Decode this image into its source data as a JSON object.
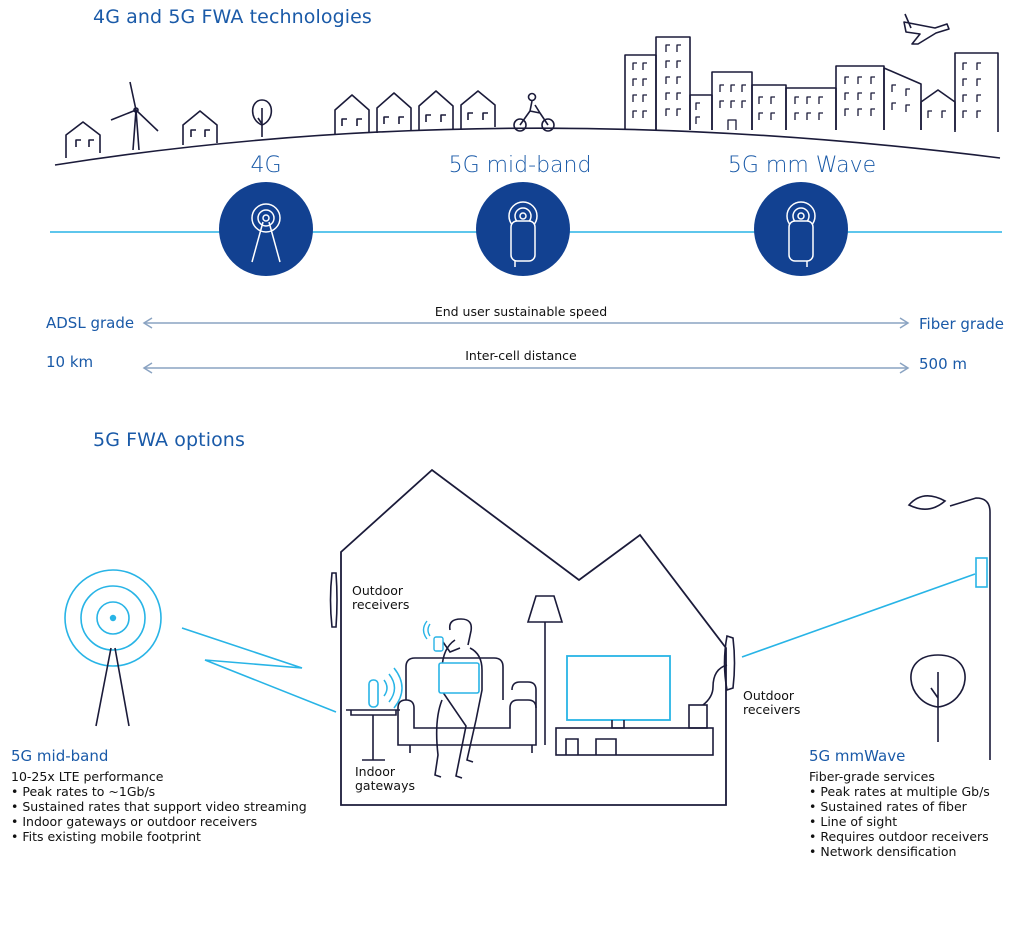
{
  "top": {
    "title": "4G and 5G FWA technologies",
    "technologies": [
      {
        "label": "4G"
      },
      {
        "label": "5G mid-band"
      },
      {
        "label": "5G mm Wave"
      }
    ],
    "speed": {
      "left": "ADSL grade",
      "center": "End user sustainable speed",
      "right": "Fiber grade"
    },
    "distance": {
      "left": "10 km",
      "center": "Inter-cell distance",
      "right": "500 m"
    }
  },
  "bottom": {
    "title": "5G FWA options",
    "house_labels": {
      "outdoor_receivers_left": "Outdoor\nreceivers",
      "indoor_gateways": "Indoor\ngateways",
      "outdoor_receivers_right": "Outdoor\nreceivers"
    },
    "midband": {
      "heading": "5G mid-band",
      "subheading": "10-25x LTE performance",
      "bullets": [
        "Peak rates to ~1Gb/s",
        "Sustained rates that support video streaming",
        "Indoor gateways or outdoor receivers",
        "Fits existing mobile footprint"
      ]
    },
    "mmwave": {
      "heading": "5G mmWave",
      "subheading": "Fiber-grade services",
      "bullets": [
        "Peak rates at multiple Gb/s",
        "Sustained rates of fiber",
        "Line of sight",
        "Requires outdoor receivers",
        "Network densification"
      ]
    }
  }
}
